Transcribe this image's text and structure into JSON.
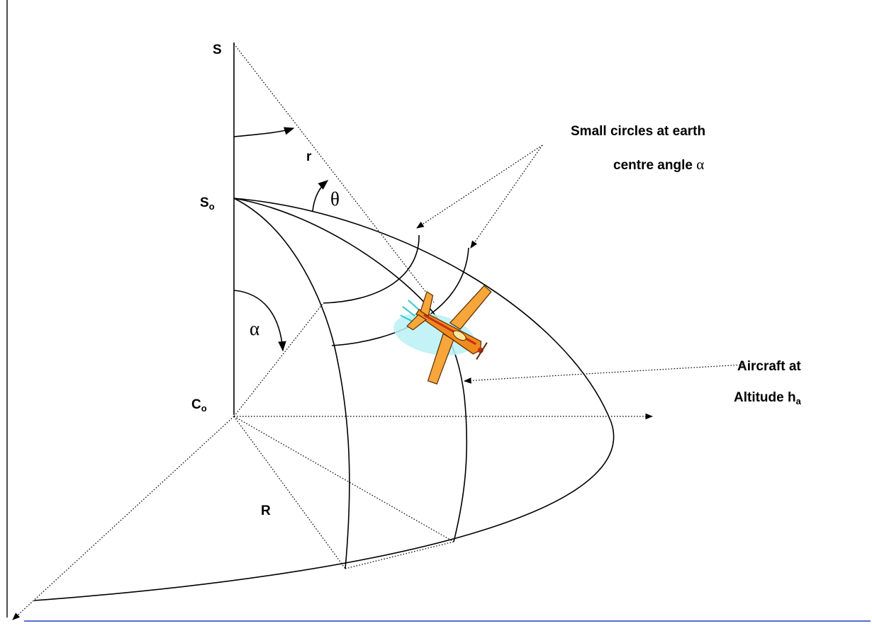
{
  "labels": {
    "s": "S",
    "s_o_main": "S",
    "s_o_sub": "o",
    "c_o_main": "C",
    "c_o_sub": "o",
    "r_small": "r",
    "r_big": "R",
    "theta": "θ",
    "alpha": "α"
  },
  "annotations": {
    "small_circles_line1": "Small circles at earth",
    "small_circles_line2_text": "centre angle ",
    "small_circles_line2_symbol": "α",
    "aircraft_line1": "Aircraft at",
    "aircraft_line2_text": "Altitude h",
    "aircraft_line2_sub": "a"
  },
  "icons": {
    "aircraft": "airplane-clipart-icon"
  },
  "colors": {
    "bottom_rule": "#1f3fc4",
    "airplane_body": "#f08a1c",
    "airplane_trim": "#c0301a",
    "airplane_glow": "#b8f0f6"
  }
}
